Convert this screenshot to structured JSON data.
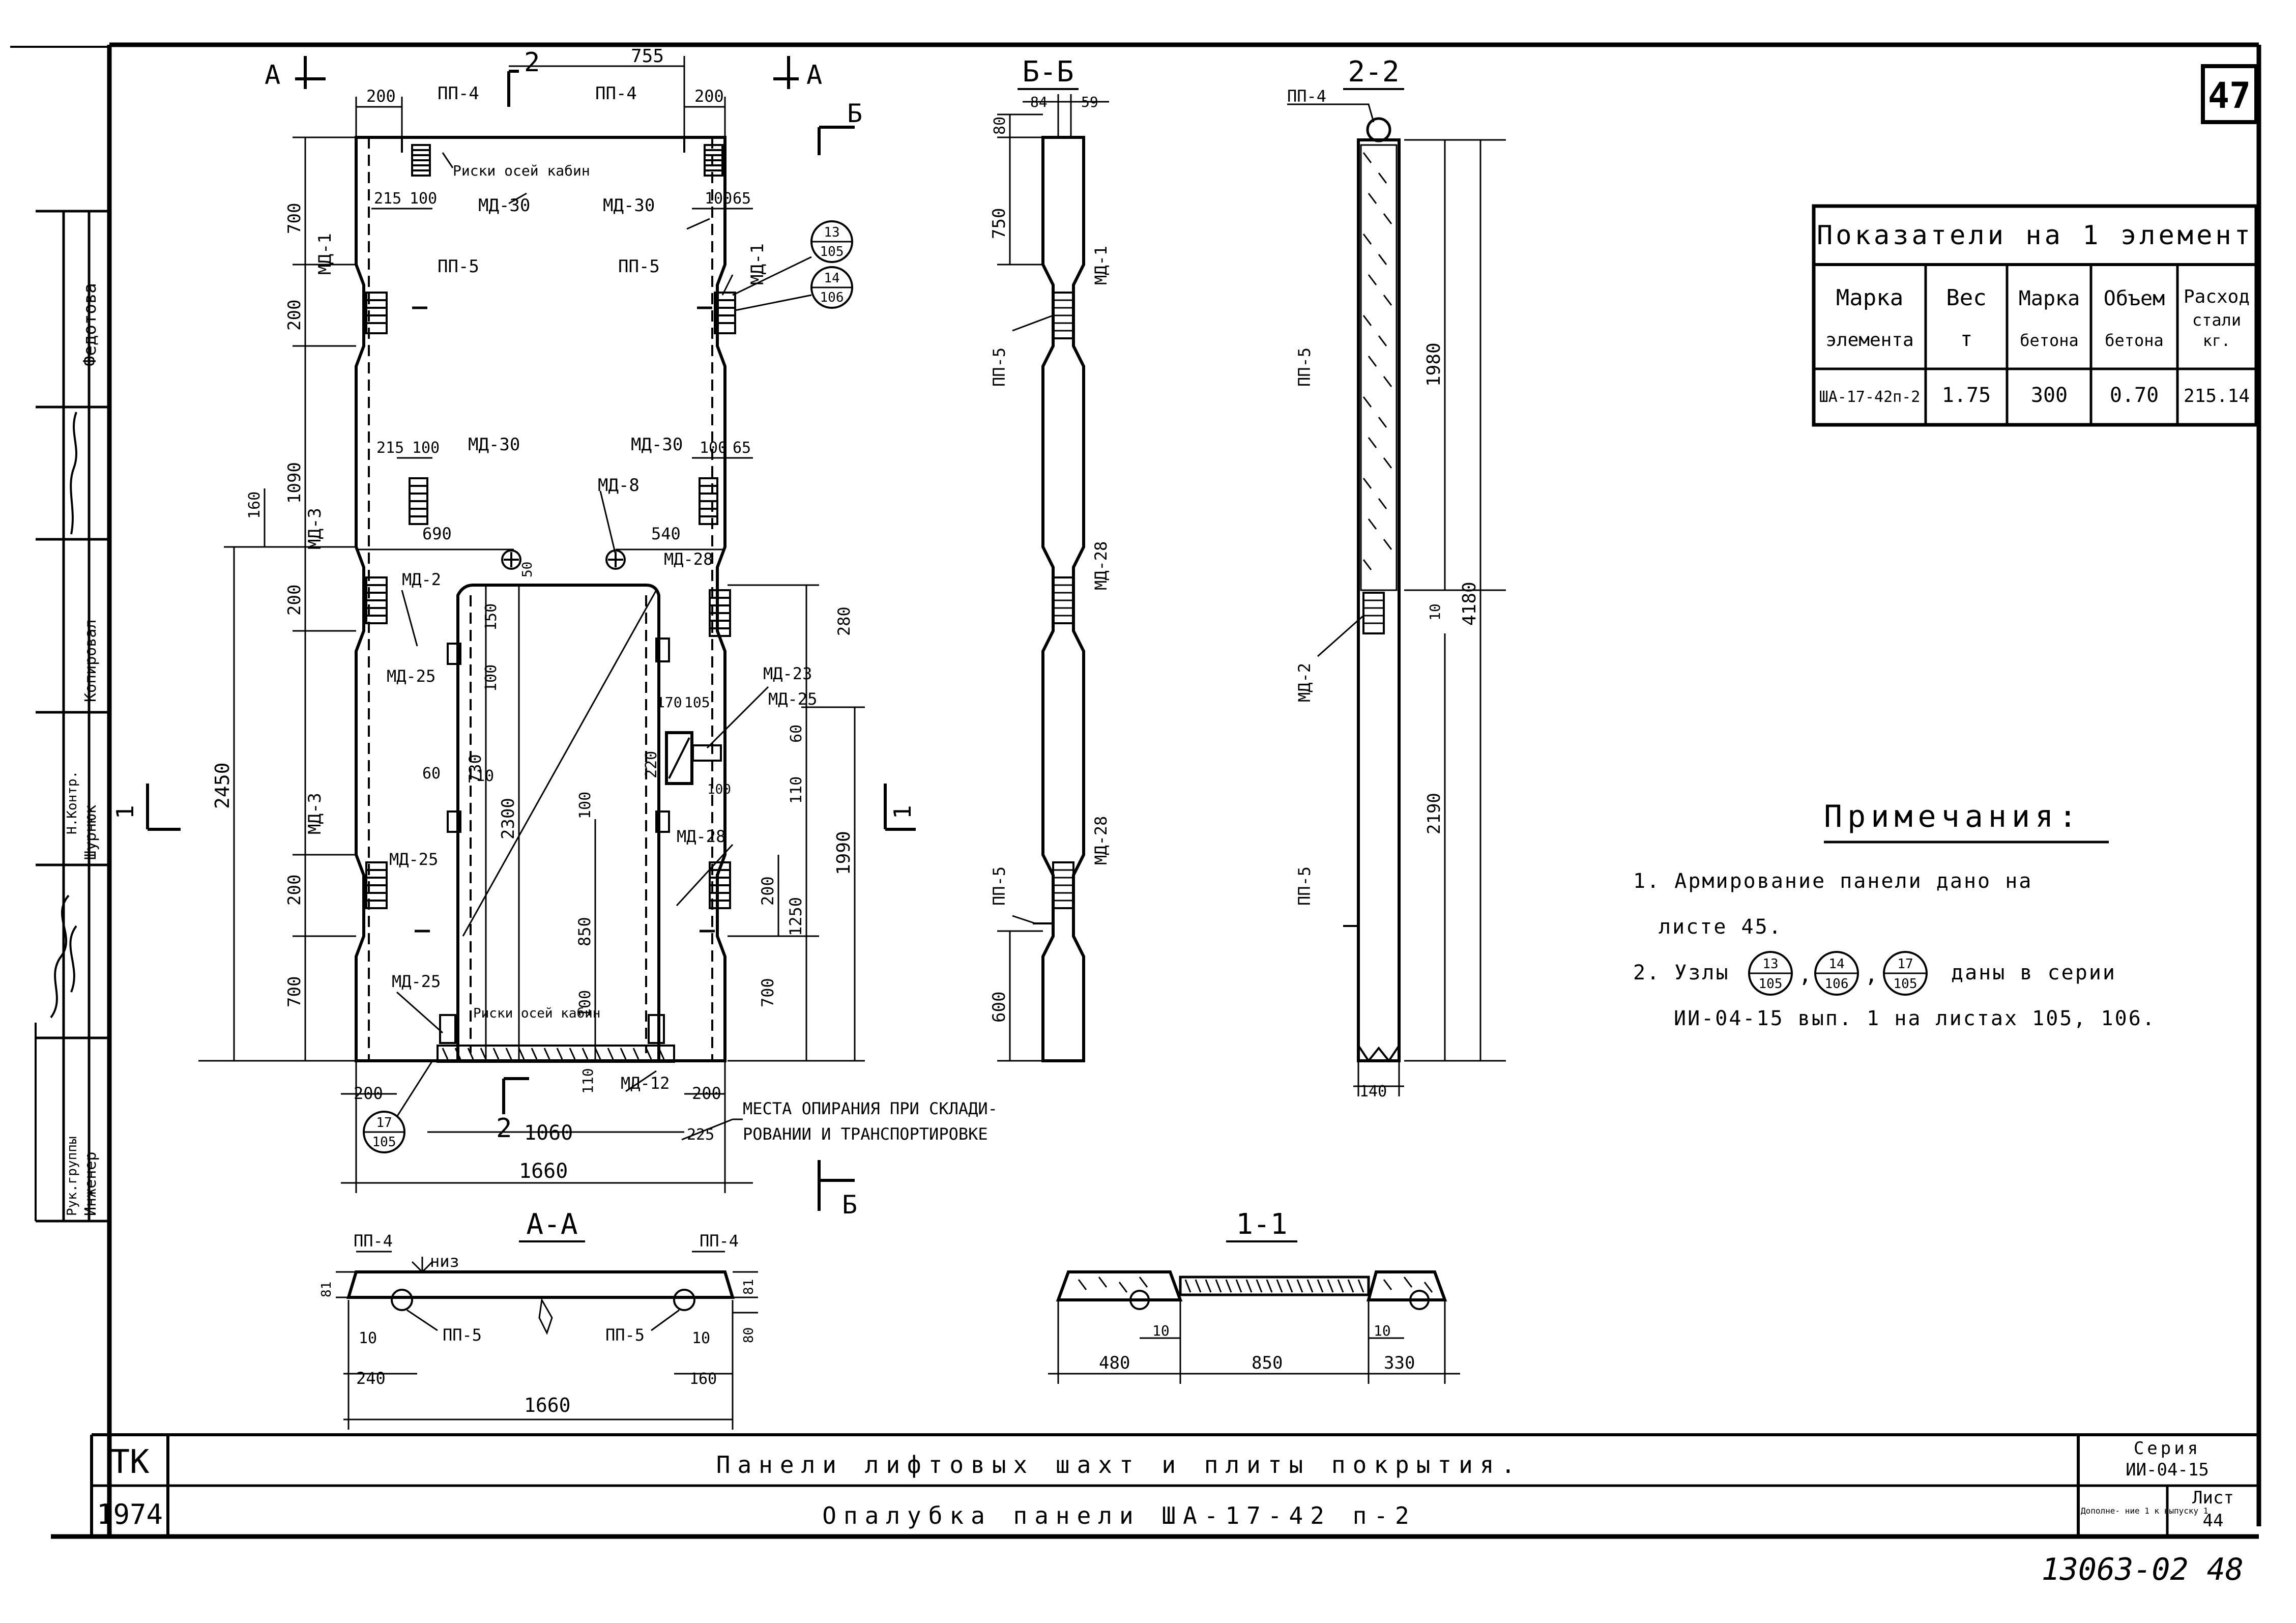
{
  "sheet": {
    "sheet_number": "47",
    "stamp_code": "13063-02 48"
  },
  "indicators": {
    "title": "Показатели на 1 элемент",
    "headers": [
      [
        "Марка",
        "элемента"
      ],
      [
        "Вес",
        "т"
      ],
      [
        "Марка",
        "бетона"
      ],
      [
        "Объем",
        "бетона"
      ],
      [
        "Расход",
        "стали",
        "кг."
      ]
    ],
    "row": [
      "ША-17-42п-2",
      "1.75",
      "300",
      "0.70",
      "215.14"
    ]
  },
  "notes": {
    "title": "Примечания:",
    "lines": [
      "1. Армирование панели дано на",
      "листе 45.",
      "2. Узлы",
      "даны в серии",
      "ИИ-04-15 вып. 1 на листах 105, 106."
    ],
    "nodes": [
      {
        "num": "13",
        "den": "105"
      },
      {
        "num": "14",
        "den": "106"
      },
      {
        "num": "17",
        "den": "105"
      }
    ]
  },
  "title_block": {
    "org": "ТК",
    "year": "1974",
    "title": "Панели лифтовых шахт и плиты покрытия.",
    "subtitle": "Опалубка панели ША-17-42 п-2",
    "series_label": "Серия",
    "series_value": "ИИ-04-15",
    "addition_label": "Дополне- ние 1 к выпуску 1",
    "sheet_label": "Лист",
    "sheet_value": "44"
  },
  "signatures": {
    "roles": [
      "Федотова",
      "Копировал",
      "Шурнюк",
      "Рук.группы",
      "Инженер"
    ],
    "role_extra": "Н.Контр."
  },
  "views": {
    "main": {
      "section_marks": [
        "А",
        "А",
        "2",
        "2",
        "Б",
        "Б",
        "1",
        "1"
      ],
      "labels": [
        "ПП-4",
        "ПП-4",
        "ПП-5",
        "ПП-5",
        "МД-1",
        "МД-1",
        "МД-30",
        "МД-30",
        "МД-30",
        "МД-30",
        "МД-8",
        "МД-3",
        "МД-3",
        "МД-2",
        "МД-28",
        "МД-28",
        "МД-25",
        "МД-25",
        "МД-25",
        "МД-25",
        "МД-23",
        "МД-12",
        "Риски осей кабин",
        "Риски осей кабин"
      ],
      "dims": [
        "200",
        "755",
        "200",
        "215",
        "100",
        "100",
        "65",
        "700",
        "200",
        "1090",
        "215",
        "100",
        "100",
        "65",
        "160",
        "690",
        "540",
        "200",
        "2450",
        "200",
        "700",
        "150",
        "100",
        "730",
        "2300",
        "60",
        "10",
        "100",
        "850",
        "100",
        "220",
        "170",
        "105",
        "60",
        "110",
        "100",
        "1990",
        "1250",
        "200",
        "700",
        "280",
        "50",
        "200",
        "1060",
        "200",
        "225",
        "1660",
        "110"
      ],
      "support_note": "Места опирания при складировании и транспортировке"
    },
    "section_bb": {
      "title": "Б-Б",
      "dims": [
        "80",
        "84",
        "59",
        "750",
        "600"
      ],
      "labels": [
        "МД-1",
        "МД-28",
        "МД-28",
        "ПП-5",
        "ПП-5"
      ]
    },
    "section_22": {
      "title": "2-2",
      "dims": [
        "1980",
        "4180",
        "10",
        "2190",
        "140"
      ],
      "labels": [
        "ПП-4",
        "ПП-5",
        "ПП-5",
        "МД-2"
      ]
    },
    "section_aa": {
      "title": "А-А",
      "dims": [
        "81",
        "81",
        "10",
        "10",
        "80",
        "240",
        "160",
        "1660"
      ],
      "labels": [
        "ПП-4",
        "ПП-4",
        "ПП-5",
        "ПП-5",
        "низ"
      ]
    },
    "section_11": {
      "title": "1-1",
      "dims": [
        "480",
        "850",
        "330",
        "10",
        "10"
      ]
    }
  }
}
